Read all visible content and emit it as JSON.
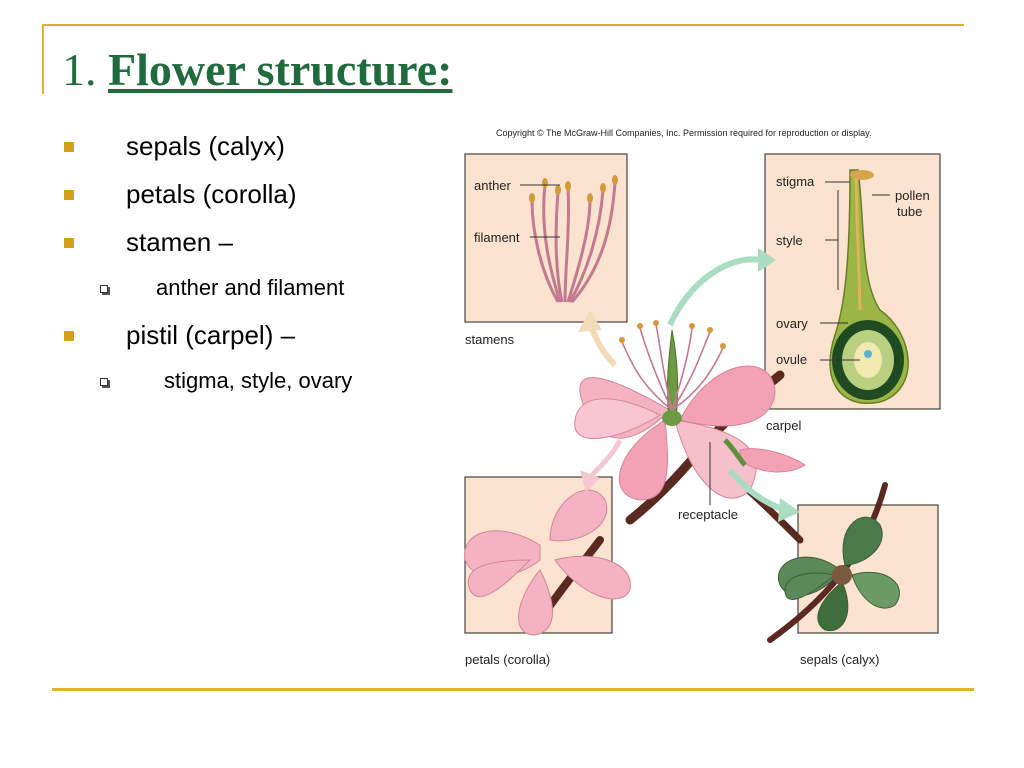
{
  "slide": {
    "title_number": "1.",
    "title_text": "Flower structure:",
    "bullets": [
      {
        "text": "sepals (calyx)",
        "level": 1
      },
      {
        "text": "petals (corolla)",
        "level": 1
      },
      {
        "text": "stamen –",
        "level": 1
      },
      {
        "text": "anther and filament",
        "level": 2
      },
      {
        "text": "pistil (carpel) –",
        "level": 1
      },
      {
        "text": "stigma, style, ovary",
        "level": 2
      }
    ]
  },
  "figure": {
    "copyright": "Copyright © The McGraw-Hill Companies, Inc. Permission required for reproduction or display.",
    "labels": {
      "anther": "anther",
      "filament": "filament",
      "stigma": "stigma",
      "style": "style",
      "pollen": "pollen",
      "tube": "tube",
      "ovary": "ovary",
      "ovule": "ovule",
      "receptacle": "receptacle"
    },
    "captions": {
      "stamens": "stamens",
      "carpel": "carpel",
      "petals": "petals (corolla)",
      "sepals": "sepals (calyx)"
    }
  },
  "colors": {
    "title": "#1f6b3e",
    "accent": "#e0b030",
    "bullet": "#d4a017",
    "panel_fill": "#fbe3cf",
    "petal_pink": "#f2a2b4",
    "sepal_green": "#4a7a48",
    "branch": "#5a2a22",
    "arrow_green": "#a9dcc0",
    "arrow_tan": "#f2dcb8"
  }
}
